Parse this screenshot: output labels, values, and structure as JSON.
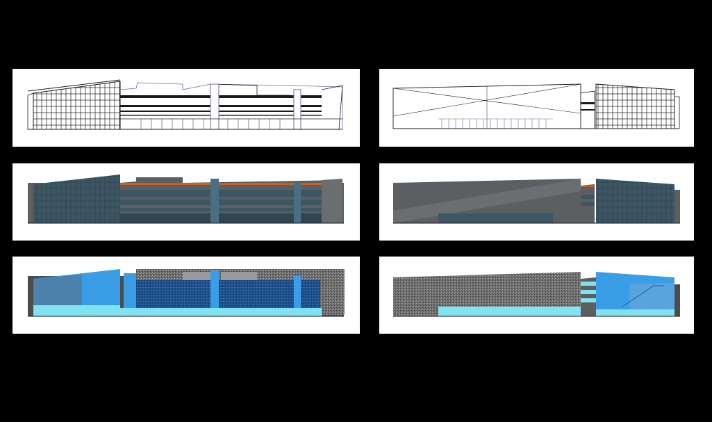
{
  "sheet": {
    "background": "#000000",
    "panel_background": "#ffffff"
  },
  "panels": [
    {
      "id": "p1",
      "view": "elevation-a",
      "style": "wireframe"
    },
    {
      "id": "p2",
      "view": "elevation-b",
      "style": "wireframe"
    },
    {
      "id": "p3",
      "view": "elevation-a",
      "style": "shaded"
    },
    {
      "id": "p4",
      "view": "elevation-b",
      "style": "shaded"
    },
    {
      "id": "p5",
      "view": "elevation-a",
      "style": "textured"
    },
    {
      "id": "p6",
      "view": "elevation-b",
      "style": "textured"
    }
  ],
  "colors": {
    "line": "#1a1a1a",
    "line_blue": "#6a6aa8",
    "glass_shaded": "#3d5663",
    "wall_shaded": "#5c5f61",
    "accent_orange": "#c8601e",
    "glass_render": "#3a9ee6",
    "glass_light": "#7fe3f2",
    "stone": "#6e6e6e"
  }
}
